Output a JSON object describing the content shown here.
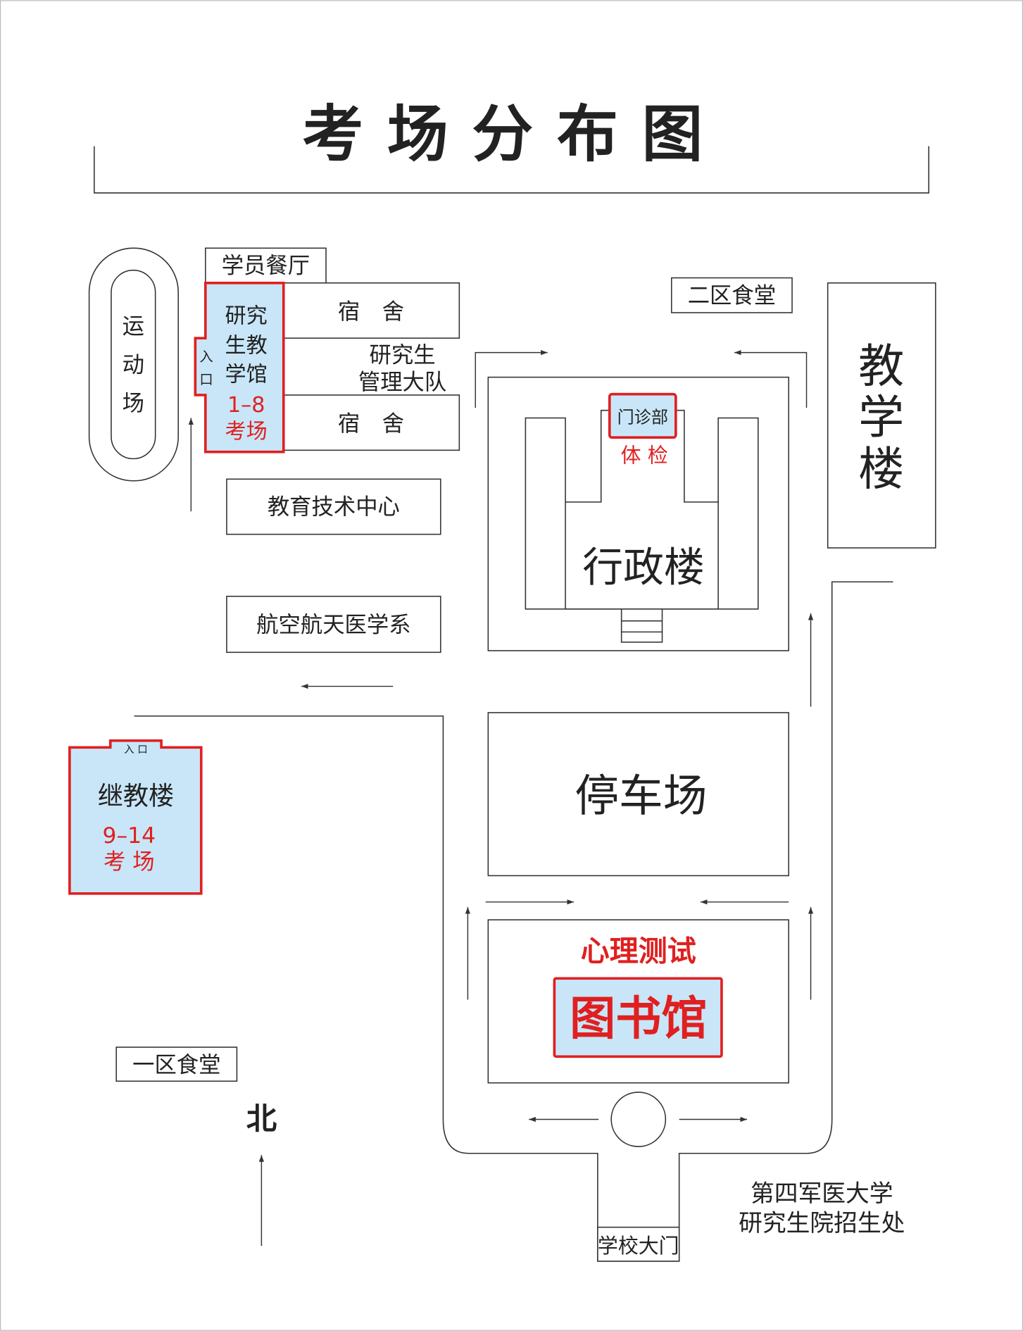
{
  "title": "考场分布图",
  "colors": {
    "highlight_fill": "#c9e6f8",
    "highlight_stroke": "#e02020",
    "line": "#333333"
  },
  "buildings": {
    "sports_field": [
      "运",
      "动",
      "场"
    ],
    "student_canteen": "学员餐厅",
    "grad_teaching_hall": {
      "lines": [
        "研究",
        "生教",
        "学馆"
      ],
      "exam": [
        "1–8",
        "考场"
      ],
      "entrance": [
        "入",
        "口"
      ]
    },
    "dorm_top": "宿　舍",
    "dorm_bottom": "宿　舍",
    "grad_brigade": [
      "研究生",
      "管理大队"
    ],
    "edu_tech_center": "教育技术中心",
    "aerospace_dept": "航空航天医学系",
    "continuing_edu": {
      "name": "继教楼",
      "exam": [
        "9–14",
        "考 场"
      ],
      "entrance": "入 口"
    },
    "canteen_1": "一区食堂",
    "north": "北",
    "school_gate": "学校大门",
    "clinic": {
      "name": "门诊部",
      "note": "体 检"
    },
    "admin_building": "行政楼",
    "canteen_2": "二区食堂",
    "teaching_building": [
      "教",
      "学",
      "楼"
    ],
    "parking": "停车场",
    "library": {
      "name": "图书馆",
      "note": "心理测试"
    },
    "signature": [
      "第四军医大学",
      "研究生院招生处"
    ]
  }
}
